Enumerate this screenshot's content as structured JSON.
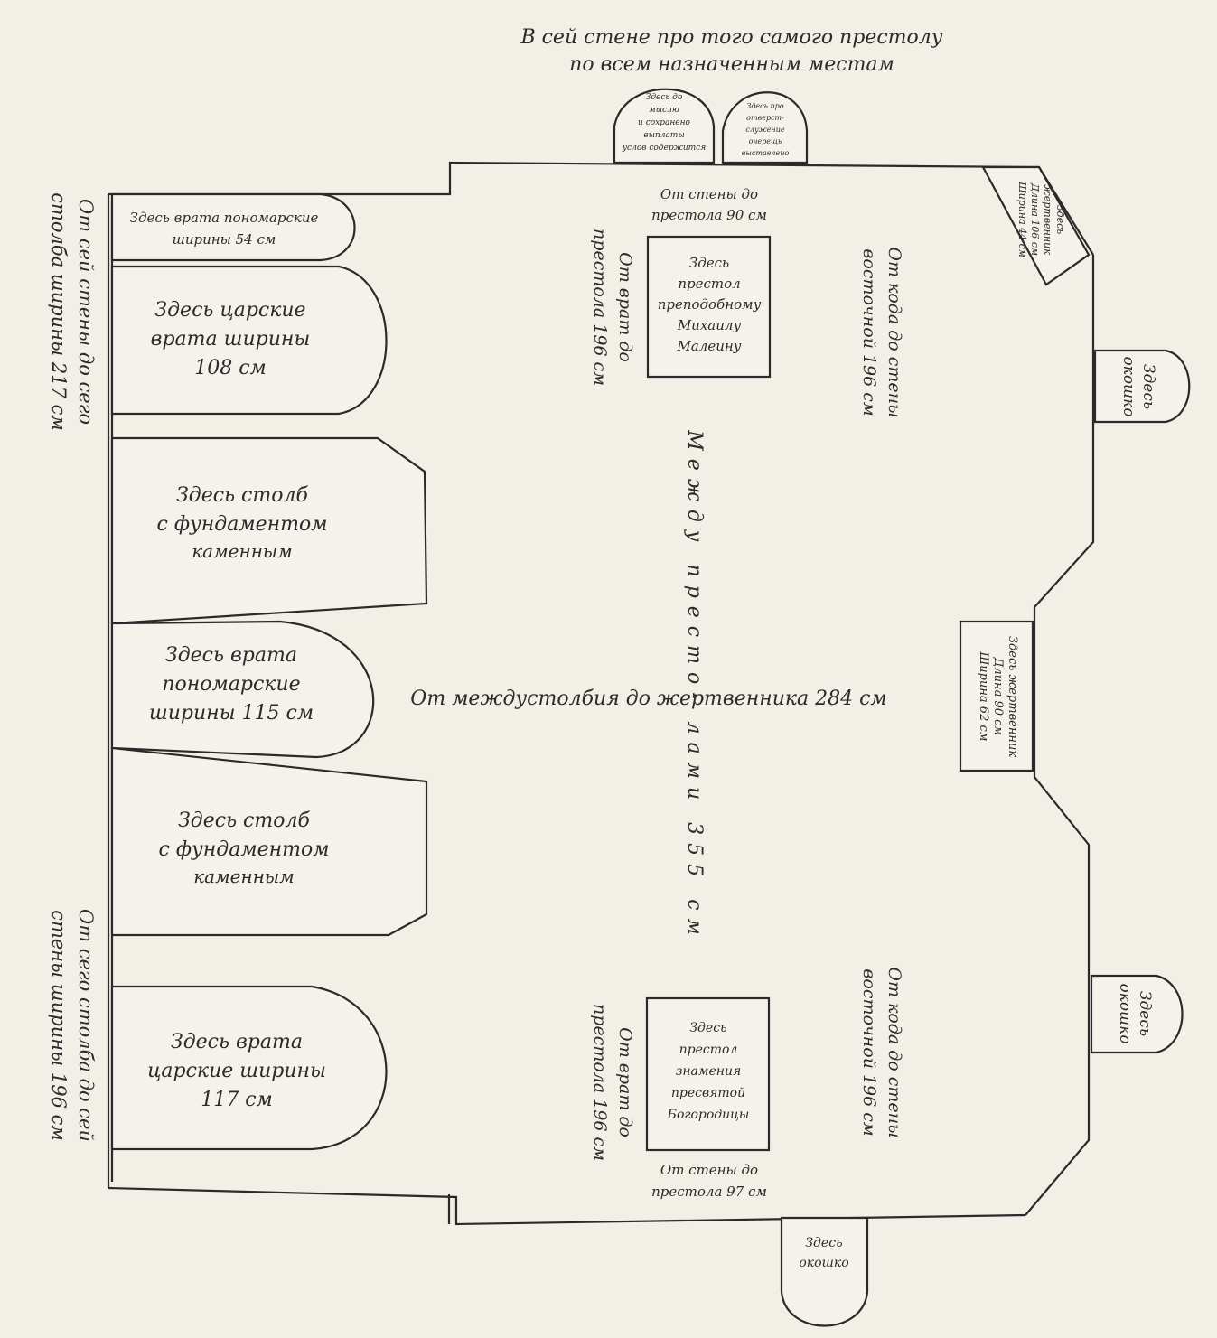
{
  "heading": {
    "line1": "В сей стене про того самого престолу",
    "line2": "по всем назначенным местам"
  },
  "top_windows": {
    "left": [
      "Здесь до",
      "мыслю",
      "и сохранено",
      "выплаты",
      "услов содержится"
    ],
    "right": [
      "Здесь про",
      "отверст-",
      "служение",
      "очерещь",
      "выставлено"
    ]
  },
  "left_side": {
    "top_vertical": [
      "От сей стены до сего",
      "столба ширины 217 см"
    ],
    "bottom_vertical": [
      "От сего столба до сей",
      "стены ширины 196 см"
    ]
  },
  "west_wall": {
    "gate_small": [
      "Здесь врата пономарские",
      "ширины 54 см"
    ],
    "royal_gate_1": [
      "Здесь царские",
      "врата ширины",
      "108 см"
    ],
    "pillar_1": [
      "Здесь столб",
      "с фундаментом",
      "каменным"
    ],
    "sexton_gate": [
      "Здесь врата",
      "пономарские",
      "ширины 115 см"
    ],
    "pillar_2": [
      "Здесь столб",
      "с фундаментом",
      "каменным"
    ],
    "royal_gate_2": [
      "Здесь врата",
      "царские ширины",
      "117 см"
    ]
  },
  "north_altar": {
    "wall_dist": [
      "От стены до",
      "престола 90 см"
    ],
    "gate_dist": [
      "От врат до",
      "престола 196 см"
    ],
    "east_dist": [
      "От кода до стены",
      "восточной 196 см"
    ],
    "label": [
      "Здесь",
      "престол",
      "преподобному",
      "Михаилу",
      "Малеину"
    ]
  },
  "south_altar": {
    "wall_dist": [
      "От стены до",
      "престола 97 см"
    ],
    "gate_dist": [
      "От врат до",
      "престола 196 см"
    ],
    "east_dist": [
      "От кода до стены",
      "восточной 196 см"
    ],
    "label": [
      "Здесь",
      "престол",
      "знамения",
      "пресвятой",
      "Богородицы"
    ]
  },
  "center": {
    "between_altars": "Между престо- лами 355 см",
    "to_prothesis": "От междустолбия до жертвенника 284 см"
  },
  "corner_niche": [
    "Здесь",
    "жертвенник",
    "Длина 106 см",
    "Ширина 44 см"
  ],
  "prothesis": [
    "Здесь жертвенник",
    "Длина 90 см",
    "Ширина 62 см"
  ],
  "east_windows": {
    "upper": [
      "Здесь",
      "окошко"
    ],
    "lower": [
      "Здесь",
      "окошко"
    ]
  },
  "bottom_window": [
    "Здесь",
    "окошко"
  ]
}
